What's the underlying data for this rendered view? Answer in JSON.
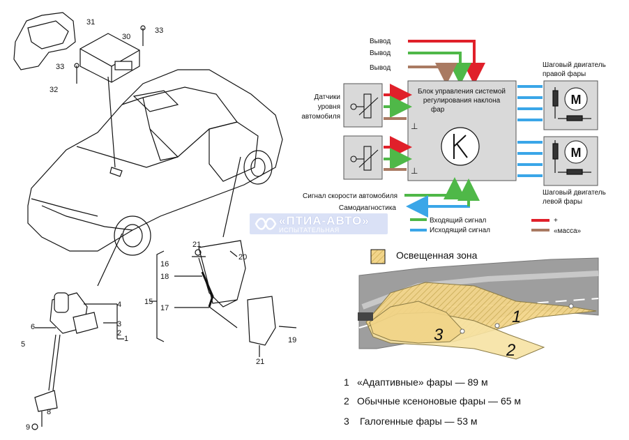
{
  "parts": {
    "n1": "1",
    "n2": "2",
    "n3": "3",
    "n4": "4",
    "n5": "5",
    "n6": "6",
    "n8": "8",
    "n15": "15",
    "n16": "16",
    "n17": "17",
    "n18": "18",
    "n19": "19",
    "n20": "20",
    "n21a": "21",
    "n21b": "21",
    "n30": "30",
    "n31": "31",
    "n32": "32",
    "n33a": "33",
    "n33b": "33"
  },
  "block": {
    "outputs": [
      "Вывод",
      "Вывод",
      "Вывод"
    ],
    "sensors_label": [
      "Датчики",
      "уровня",
      "автомобиля"
    ],
    "ecu_title": [
      "Блок управления системой",
      "регулирования наклона",
      "фар"
    ],
    "right_motor_label": [
      "Шаговый двигатель",
      "правой фары"
    ],
    "left_motor_label": [
      "Шаговый двигатель",
      "левой фары"
    ],
    "motor_symbol": "M",
    "ground_symbol": "⊥",
    "speed_signal": "Сигнал скорости автомобиля",
    "self_diag": "Самодиагностика",
    "legend_in": "Входящий сигнал",
    "legend_out": "Исходящий сигнал",
    "legend_plus": "+",
    "legend_ground": "«масса»"
  },
  "watermark": {
    "title": "«ПТИА-АВТО»",
    "subtitle": "ИСПЫТАТЕЛЬНАЯ ЛАБОРАТОРИЯ"
  },
  "beam": {
    "legend": "Освещенная зона",
    "zone_labels": [
      "1",
      "2",
      "3"
    ],
    "items": [
      {
        "num": "1",
        "text": "«Адаптивные» фары — 89 м"
      },
      {
        "num": "2",
        "text": "Обычные ксеноновые фары — 65 м"
      },
      {
        "num": "3",
        "text": "Галогенные фары — 53 м"
      }
    ]
  },
  "colors": {
    "red": "#e0202a",
    "green": "#4fb848",
    "brown": "#a97a62",
    "blue": "#3aa6e8",
    "ecu": "#d9d9d9",
    "zone": "#f2d58a"
  }
}
